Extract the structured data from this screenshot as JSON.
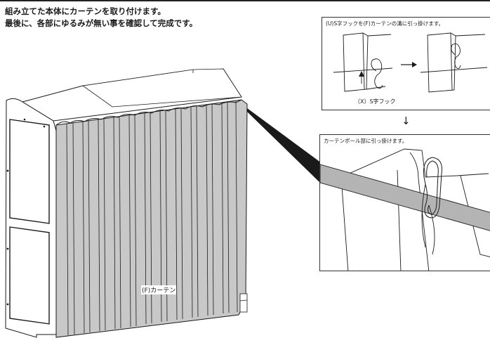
{
  "instructions": {
    "line1": "組み立てた本体にカーテンを取り付けます。",
    "line2": "最後に、各部にゆるみが無い事を確認して完成です。"
  },
  "main_illustration": {
    "curtain_label": "(F)カーテン"
  },
  "callout_a": {
    "title": "(U)S字フックを(F)カーテンの溝に引っ掛けます。",
    "hook_label": "（X）S字フック"
  },
  "callout_b": {
    "title": "カーテンポール部に引っ掛けます。"
  },
  "flow_arrow": "↓",
  "colors": {
    "curtain_gray": "#c8c8c8",
    "pole_gray": "#b4b4b4",
    "line": "#1a1a1a"
  }
}
